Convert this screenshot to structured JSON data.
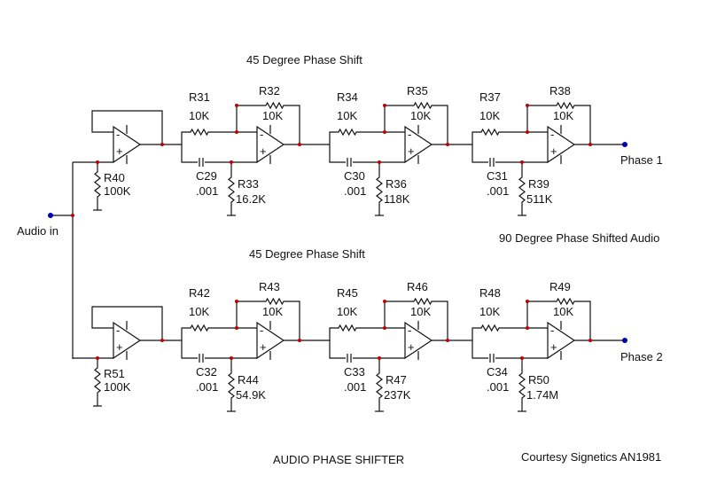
{
  "colors": {
    "wire": "#111111",
    "junction": "#c00000",
    "terminal": "#0000b0",
    "background": "#ffffff"
  },
  "labels": {
    "stage_top": "45 Degree Phase Shift",
    "stage_bottom": "45 Degree Phase Shift",
    "audio_in": "Audio in",
    "phase1": "Phase 1",
    "phase2": "Phase 2",
    "shifted": "90 Degree Phase Shifted Audio",
    "title": "AUDIO PHASE SHIFTER",
    "credit": "Courtesy Signetics AN1981",
    "r10k": "10K"
  },
  "channels": [
    {
      "buffer_r": {
        "ref": "R40",
        "val": "100K"
      },
      "stages": [
        {
          "rin": "R31",
          "rfb": "R32",
          "cap": "C29",
          "cval": ".001",
          "rg": "R33",
          "rgv": "16.2K"
        },
        {
          "rin": "R34",
          "rfb": "R35",
          "cap": "C30",
          "cval": ".001",
          "rg": "R36",
          "rgv": "118K"
        },
        {
          "rin": "R37",
          "rfb": "R38",
          "cap": "C31",
          "cval": ".001",
          "rg": "R39",
          "rgv": "511K"
        }
      ]
    },
    {
      "buffer_r": {
        "ref": "R51",
        "val": "100K"
      },
      "stages": [
        {
          "rin": "R42",
          "rfb": "R43",
          "cap": "C32",
          "cval": ".001",
          "rg": "R44",
          "rgv": "54.9K"
        },
        {
          "rin": "R45",
          "rfb": "R46",
          "cap": "C33",
          "cval": ".001",
          "rg": "R47",
          "rgv": "237K"
        },
        {
          "rin": "R48",
          "rfb": "R49",
          "cap": "C34",
          "cval": ".001",
          "rg": "R50",
          "rgv": "1.74M"
        }
      ]
    }
  ]
}
